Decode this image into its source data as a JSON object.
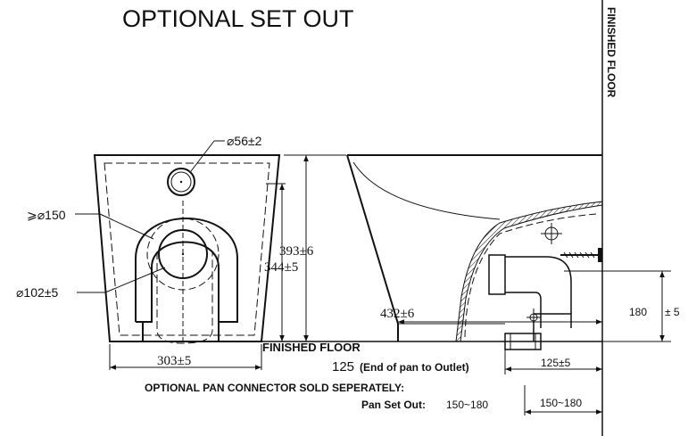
{
  "title": "OPTIONAL SET  OUT",
  "labels": {
    "finished_floor_vertical": "FINISHED FLOOR",
    "finished_floor_horizontal": "FINISHED  FLOOR",
    "inlet_dia": "⌀56±2",
    "outlet_min": "⩾⌀150",
    "spigot_dia": "⌀102±5",
    "height_outer": "393±6",
    "height_inner": "344±5",
    "width_base": "303±5",
    "depth": "432±6",
    "outlet_height": "180",
    "outlet_height_tol": "± 5",
    "offset_125": "125±5",
    "end_of_pan_value": "125",
    "end_of_pan_note": "(End of pan to Outlet)",
    "connector_note": "OPTIONAL PAN CONNECTOR SOLD SEPERATELY:",
    "pan_set_out_label": "Pan Set Out:",
    "pan_set_out_value": "150~180",
    "range_150_180": "150~180"
  }
}
